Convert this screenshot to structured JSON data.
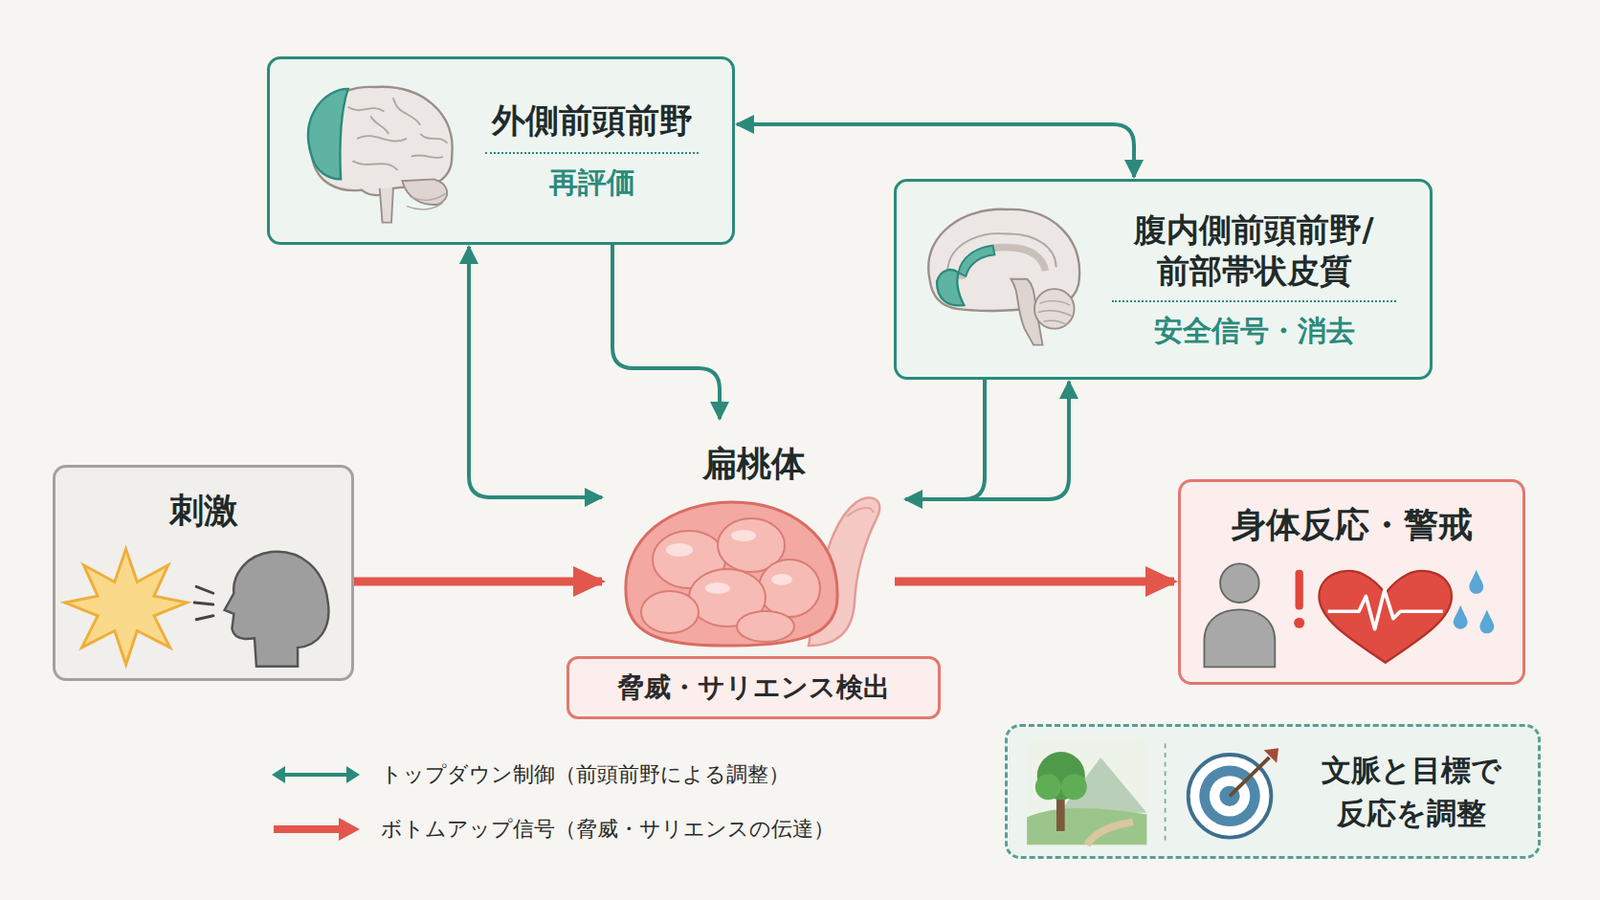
{
  "diagram": {
    "nodes": [
      {
        "text": [
          "外側前頭前野",
          "再評価"
        ]
      },
      {
        "text": [
          "腹内側前頭前野/前部帯状皮質",
          "安全信号・消去"
        ]
      },
      {
        "text": [
          "扁桃体",
          "脅威・サリエンス検出"
        ]
      },
      {
        "text": [
          "刺激"
        ]
      },
      {
        "text": [
          "身体反応・警戒"
        ]
      },
      {
        "text": [
          "文脈と目標で反応を調整"
        ]
      }
    ],
    "edges": [
      {
        "from": 3,
        "to": 2,
        "arrow": "to"
      },
      {
        "from": 2,
        "to": 4,
        "arrow": "to"
      },
      {
        "from": 0,
        "to": 2,
        "arrow": "both"
      },
      {
        "from": 0,
        "to": 2,
        "arrow": "to"
      },
      {
        "from": 0,
        "to": 1,
        "arrow": "both"
      },
      {
        "from": 1,
        "to": 2,
        "arrow": "to"
      },
      {
        "from": 2,
        "to": 1,
        "arrow": "to"
      }
    ],
    "legend": [
      {
        "text": "トップダウン制御（前頭前野による調整）"
      },
      {
        "text": "ボトムアップ信号（脅威・サリエンスの伝達）"
      }
    ]
  }
}
